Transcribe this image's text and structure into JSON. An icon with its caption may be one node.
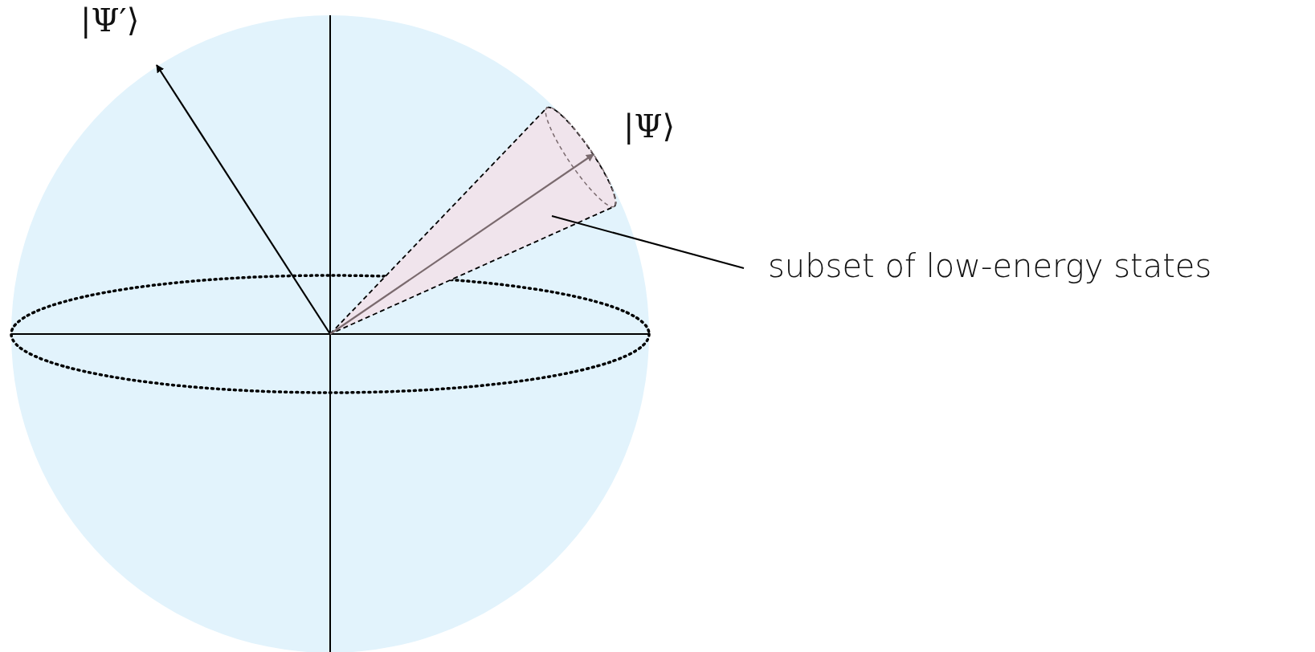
{
  "diagram": {
    "nodes": [
      {
        "text": [
          "subset of low-energy states"
        ]
      },
      {
        "text": [],
        "shape": "cone"
      }
    ],
    "edges": [
      {
        "from": 0,
        "to": 1,
        "arrow": "none"
      }
    ],
    "labels": [
      "|Ψ′⟩",
      "|Ψ⟩"
    ]
  }
}
